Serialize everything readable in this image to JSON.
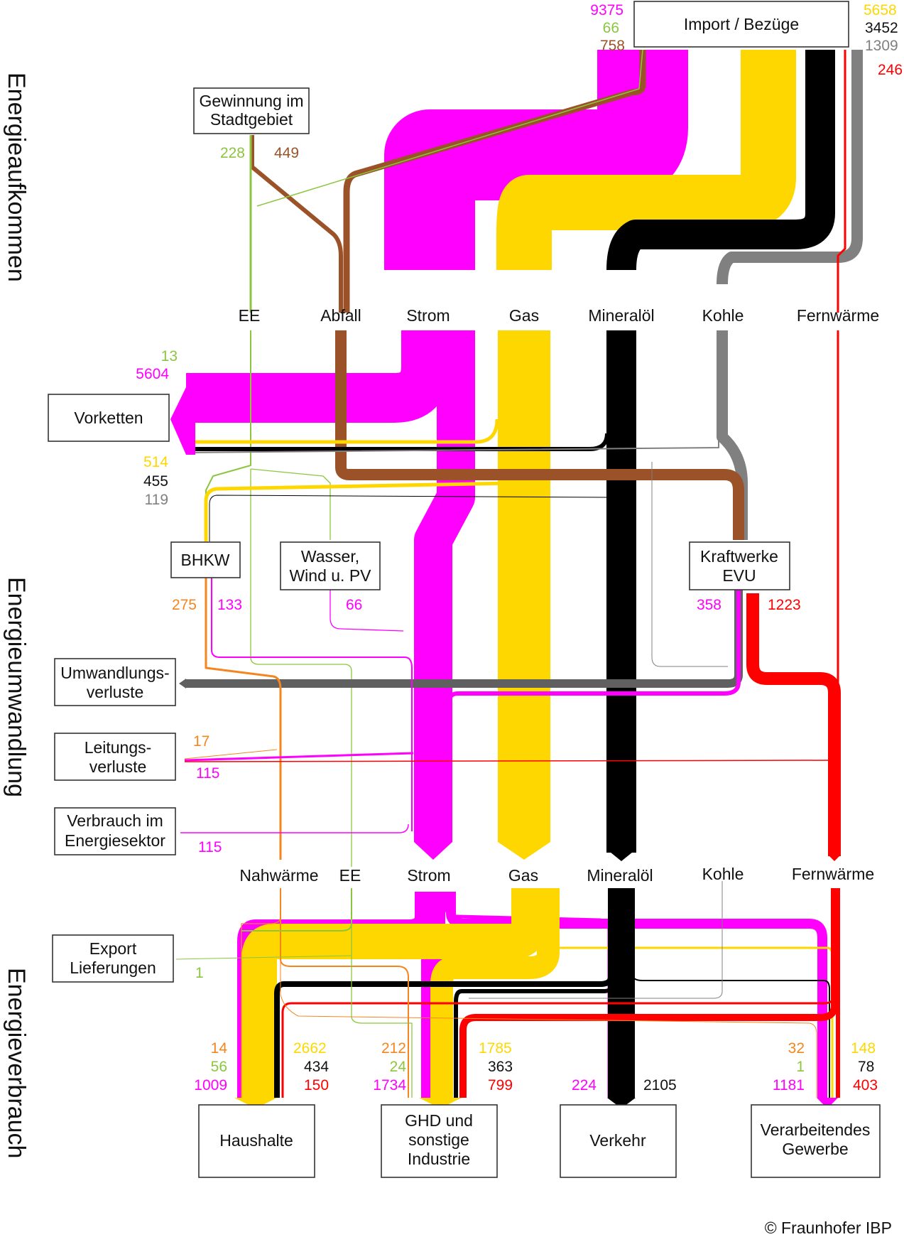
{
  "colors": {
    "strom": "#ff00ff",
    "gas": "#ffd700",
    "mineraloel": "#000000",
    "kohle": "#808080",
    "fernwaerme": "#ff0000",
    "ee": "#8cc63f",
    "abfall": "#9b5229",
    "nahwaerme": "#f5861f"
  },
  "sections": {
    "aufkommen": "Energieaufkommen",
    "umwandlung": "Energieumwandlung",
    "verbrauch": "Energieverbrauch"
  },
  "nodes": {
    "import": "Import / Bezüge",
    "gewinnung_1": "Gewinnung im",
    "gewinnung_2": "Stadtgebiet",
    "vorketten": "Vorketten",
    "bhkw": "BHKW",
    "wasser_1": "Wasser,",
    "wasser_2": "Wind u. PV",
    "kraftwerke_1": "Kraftwerke",
    "kraftwerke_2": "EVU",
    "umwandlung_1": "Umwandlungs-",
    "umwandlung_2": "verluste",
    "leitung_1": "Leitungs-",
    "leitung_2": "verluste",
    "verbrauch_es_1": "Verbrauch im",
    "verbrauch_es_2": "Energiesektor",
    "export_1": "Export",
    "export_2": "Lieferungen",
    "haushalte": "Haushalte",
    "ghd_1": "GHD und",
    "ghd_2": "sonstige",
    "ghd_3": "Industrie",
    "verkehr": "Verkehr",
    "verarb_1": "Verarbeitendes",
    "verarb_2": "Gewerbe"
  },
  "carriers_top": {
    "ee": "EE",
    "abfall": "Abfall",
    "strom": "Strom",
    "gas": "Gas",
    "mineraloel": "Mineralöl",
    "kohle": "Kohle",
    "fernwaerme": "Fernwärme"
  },
  "carriers_bottom": {
    "nahwaerme": "Nahwärme",
    "ee": "EE",
    "strom": "Strom",
    "gas": "Gas",
    "mineraloel": "Mineralöl",
    "kohle": "Kohle",
    "fernwaerme": "Fernwärme"
  },
  "values": {
    "import_strom": "9375",
    "import_ee": "66",
    "import_abfall": "758",
    "import_gas": "5658",
    "import_oel": "3452",
    "import_kohle": "1309",
    "import_fern": "246",
    "gew_ee": "228",
    "gew_abfall": "449",
    "vork_ee": "13",
    "vork_strom": "5604",
    "vork_gas": "514",
    "vork_oel": "455",
    "vork_kohle": "119",
    "bhkw_nah": "275",
    "bhkw_strom": "133",
    "wasser_strom": "66",
    "kw_strom": "358",
    "kw_fern": "1223",
    "leit_nah": "17",
    "leit_strom": "115",
    "ves_strom": "115",
    "export_ee": "1",
    "hh_nah": "14",
    "hh_ee": "56",
    "hh_strom": "1009",
    "hh_gas": "2662",
    "hh_oel": "434",
    "hh_fern": "150",
    "ghd_nah": "212",
    "ghd_ee": "24",
    "ghd_strom": "1734",
    "ghd_gas": "1785",
    "ghd_oel": "363",
    "ghd_fern": "799",
    "vk_strom": "224",
    "vk_oel": "2105",
    "vg_nah": "32",
    "vg_ee": "1",
    "vg_strom": "1181",
    "vg_gas": "148",
    "vg_oel": "78",
    "vg_fern": "403"
  },
  "copyright": "© Fraunhofer IBP"
}
